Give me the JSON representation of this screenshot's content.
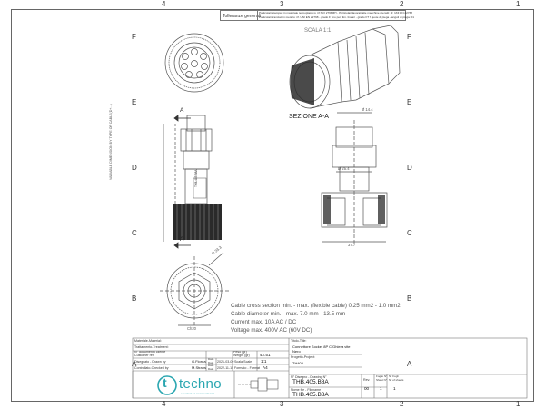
{
  "header": {
    "tolerance_label": "Tolleranze generali",
    "notes": [
      "Particolari stampati in materiale termoplastico: rif ISO 2768MH - Particolari lavorati alle macchine utensili: rif. UNI EN 22768",
      "Particolari tranciati in metallo: rif. UNI EN 22768 - grado F fino per dim. lineari - grado FT f quote di piega - angoli di piega: ±1"
    ]
  },
  "grid": {
    "top": [
      "4",
      "3",
      "2",
      "1"
    ],
    "bottom": [
      "4",
      "3",
      "2",
      "1"
    ],
    "left": [
      "F",
      "E",
      "D",
      "C",
      "B",
      "A"
    ],
    "right": [
      "F",
      "E",
      "D",
      "C",
      "B",
      "A"
    ]
  },
  "drawing": {
    "scale_label": "SCALA 1:1",
    "section_label": "SEZIONE A-A",
    "section_marker": "A",
    "side_vertical_label": "VARIABLE DIMENSION BY TYPE OF CABLE(D+...)",
    "dims": {
      "d1": "Ø 14.4",
      "d2": "Ø 25.4",
      "d3": "37.7",
      "d4": "Ø 33.3",
      "d5": "Ch20"
    },
    "product_text": "THB.405.B8A"
  },
  "specs": [
    "Cable cross section min. - max. (flexible cable) 0.25 mm2 - 1.0 mm2",
    "Cable diameter min. - max. 7.0 mm - 13.5 mm",
    "Current max. 10A AC / DC",
    "Voltage max. 400V AC (60V DC)"
  ],
  "title_block": {
    "material_label": "Materiale-Material:",
    "treatment_label": "Trattamento-Treatment:",
    "doc_label": "N° documento cliente\nCustomer ref.",
    "peso_label": "Peso (gr)\nWeight (gr)",
    "peso_value": "42.51",
    "drawn_label": "Disegnato - Drawn by",
    "drawn_value": "G.Fiorea",
    "date_label": "Data\nDate",
    "drawn_date": "2021-03-09",
    "scale_label": "Scala-Scale",
    "scale_value": "1:1",
    "checked_label": "Controllato-Checked by",
    "checked_value": "M.Strabs",
    "checked_date": "2022-11-15",
    "format_label": "Formato - Format",
    "format_value": "A4",
    "title_label": "Titolo-Title:",
    "title_lines": [
      "Connettore Socket 8P C/Ghiera vite",
      "Nero"
    ],
    "project_label": "Progetto-Project:",
    "project_value": "TH405",
    "drawing_no_label": "N° Disegno - Drawing N°",
    "drawing_no_value": "THB.405.B8A",
    "filename_label": "Nome file - Filename",
    "filename_value": "THB.405.B8A",
    "rev_label": "Rev.",
    "rev_value": "00",
    "sheet_label": "Foglio N°\nSheet N°",
    "sheet_value": "1",
    "sheets_label": "N° Fogli\nN° of sheets",
    "sheets_value": "1"
  },
  "logo": {
    "letter": "t",
    "name": "techno",
    "tagline": "electrical connections"
  },
  "colors": {
    "brand": "#2aa6b0",
    "line": "#555555",
    "dark_part": "#2a2a2a"
  }
}
